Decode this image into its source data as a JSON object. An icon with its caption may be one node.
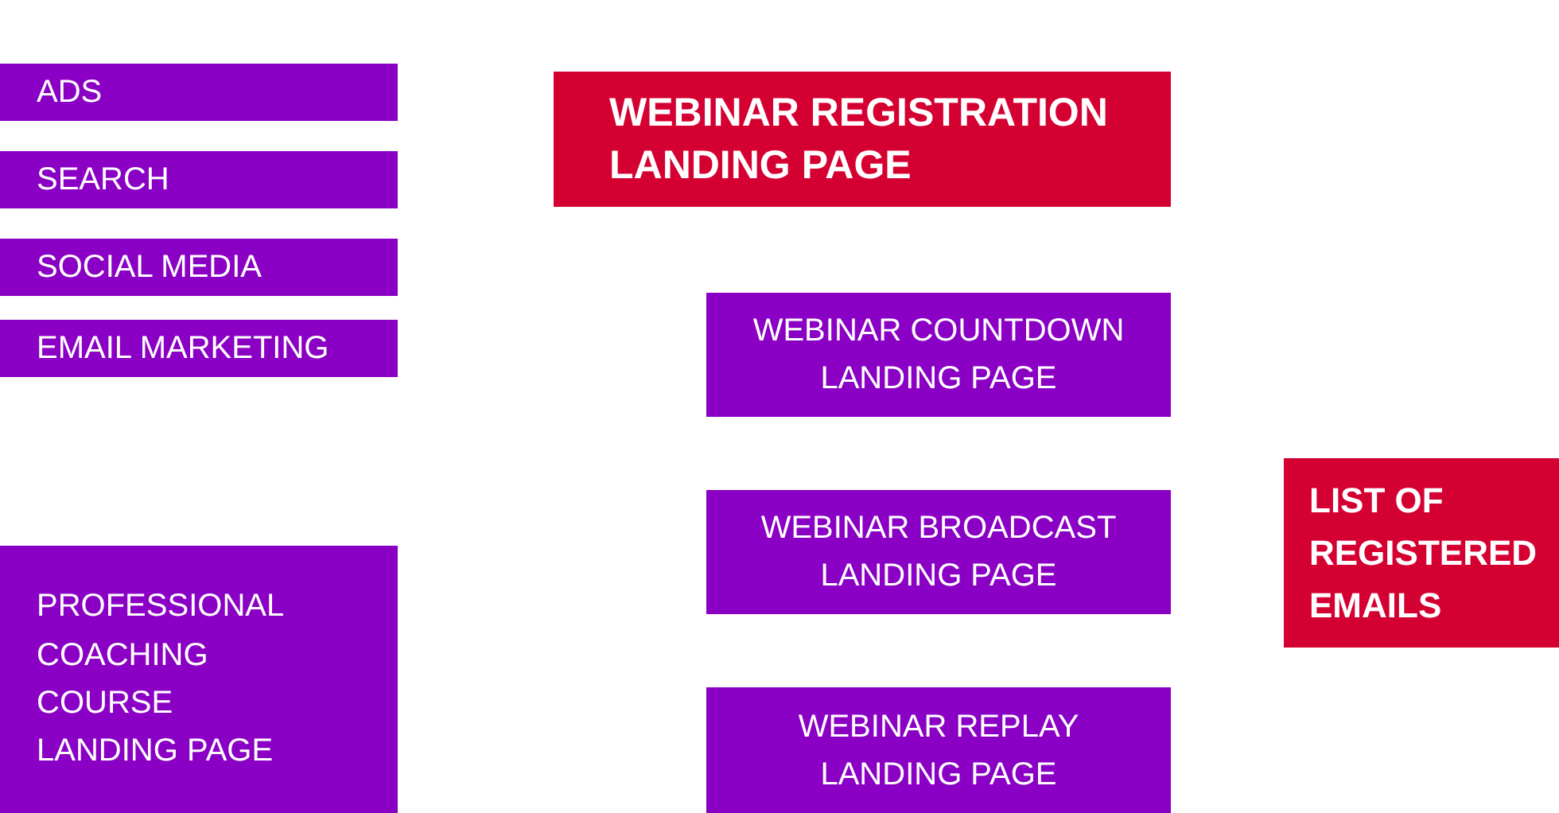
{
  "diagram": {
    "nodes": [
      {
        "text": [
          "ADS"
        ]
      },
      {
        "text": [
          "SEARCH"
        ]
      },
      {
        "text": [
          "SOCIAL MEDIA"
        ]
      },
      {
        "text": [
          "EMAIL MARKETING"
        ]
      },
      {
        "text": [
          "PROFESSIONAL COACHING COURSE LANDING PAGE"
        ]
      },
      {
        "text": [
          "WEBINAR REGISTRATION LANDING PAGE"
        ]
      },
      {
        "text": [
          "WEBINAR COUNTDOWN LANDING PAGE"
        ]
      },
      {
        "text": [
          "WEBINAR BROADCAST LANDING PAGE"
        ]
      },
      {
        "text": [
          "WEBINAR REPLAY LANDING PAGE"
        ]
      },
      {
        "text": [
          "LIST OF REGISTERED EMAILS"
        ]
      }
    ]
  }
}
